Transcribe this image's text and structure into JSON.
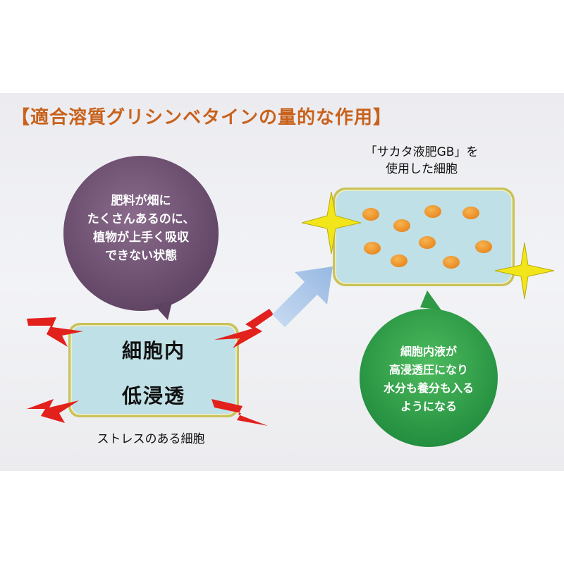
{
  "title": {
    "open_bracket": "【",
    "text": "適合溶質グリシンベタインの量的な作用",
    "close_bracket": "】"
  },
  "stressed_cell": {
    "label_line1": "細胞内",
    "label_line2": "低浸透",
    "caption": "ストレスのある細胞"
  },
  "purple_bubble": {
    "lines": [
      "肥料が畑に",
      "たくさんあるのに、",
      "植物が上手く吸収",
      "できない状態"
    ]
  },
  "healthy_cell": {
    "caption_line1": "「サカタ液肥GB」を",
    "caption_line2": "使用した細胞"
  },
  "green_bubble": {
    "lines": [
      "細胞内液が",
      "高浸透圧になり",
      "水分も養分も入る",
      "ようになる"
    ]
  },
  "colors": {
    "title": "#c8621c",
    "cell_fill": "#bfe0e6",
    "cell_border": "#c8c25a",
    "purple_bubble": "#6f4f72",
    "green_bubble": "#2f9a46",
    "lightning": "#e2201c",
    "sparkle": "#f2e61a",
    "nutrient_dot": "#f29a2e",
    "arrow": "#a9c4e6"
  }
}
